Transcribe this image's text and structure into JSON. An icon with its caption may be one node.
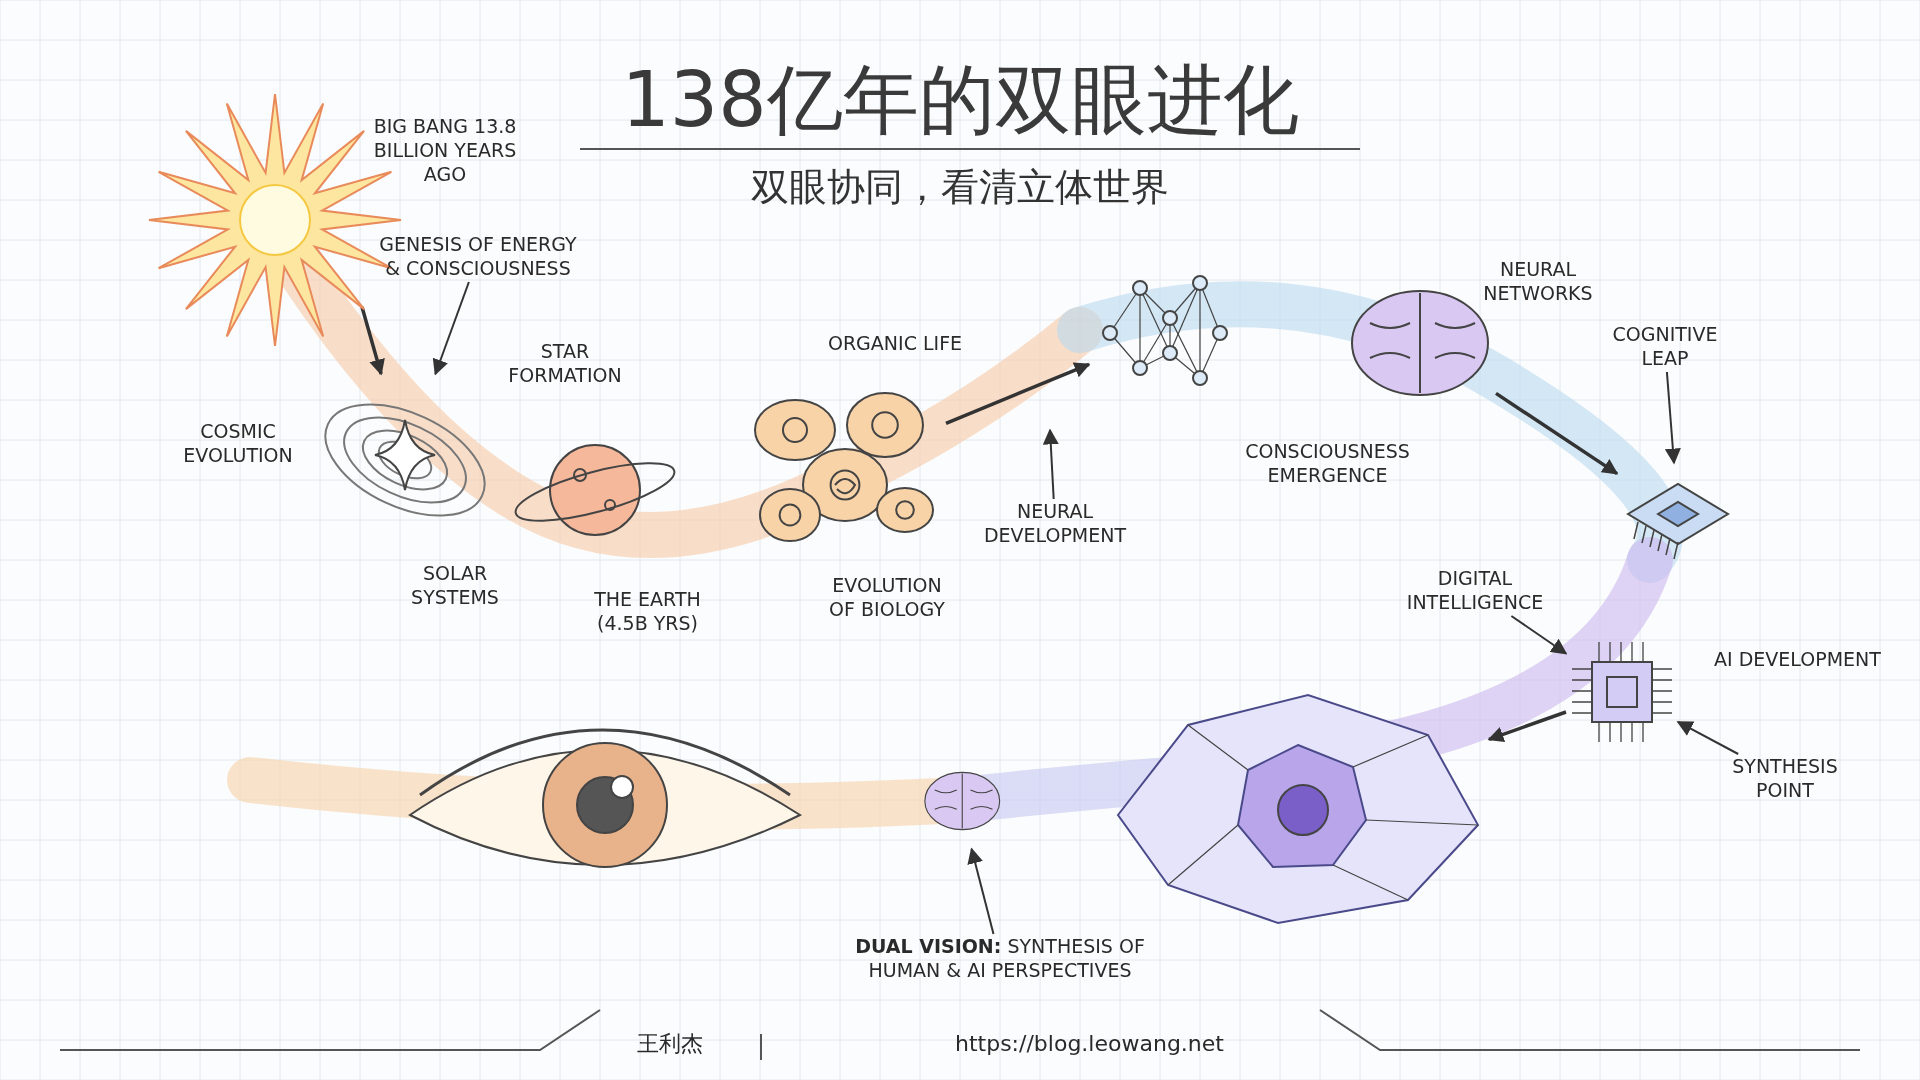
{
  "diagram": {
    "title": "138亿年的双眼进化",
    "caption": "双眼协同，看清立体世界",
    "nodes": [
      {
        "text": [],
        "shape": "picture"
      },
      {
        "text": [],
        "shape": "picture"
      },
      {
        "text": [],
        "shape": "picture"
      },
      {
        "text": [],
        "shape": "picture"
      },
      {
        "text": [],
        "shape": "picture"
      },
      {
        "text": [],
        "shape": "picture"
      },
      {
        "text": [],
        "shape": "picture"
      },
      {
        "text": [],
        "shape": "picture"
      },
      {
        "text": [],
        "shape": "picture"
      },
      {
        "text": [],
        "shape": "picture"
      },
      {
        "text": [],
        "shape": "picture"
      },
      {
        "text": [
          "GENESIS OF ENERGY & CONSCIOUSNESS"
        ]
      },
      {
        "text": [
          "NEURAL DEVELOPMENT"
        ]
      },
      {
        "text": [
          "COGNITIVE LEAP"
        ]
      },
      {
        "text": [
          "DIGITAL INTELLIGENCE"
        ]
      },
      {
        "text": [
          "SYNTHESIS POINT"
        ]
      },
      {
        "text": [
          "**DUAL VISION:** SYNTHESIS OF HUMAN & AI PERSPECTIVES"
        ]
      }
    ],
    "edges": [
      {
        "from": 0,
        "to": 1,
        "arrow": "to"
      },
      {
        "from": 3,
        "to": 4,
        "arrow": "to"
      },
      {
        "from": 5,
        "to": 6,
        "arrow": "to"
      },
      {
        "from": 7,
        "to": 10,
        "arrow": "to"
      },
      {
        "from": 11,
        "to": 1,
        "arrow": "to"
      },
      {
        "from": 12,
        "to": null,
        "arrow": "to"
      },
      {
        "from": 13,
        "to": 6,
        "arrow": "to"
      },
      {
        "from": 14,
        "to": 7,
        "arrow": "to"
      },
      {
        "from": 15,
        "to": 7,
        "arrow": "to"
      },
      {
        "from": 16,
        "to": 9,
        "arrow": "to"
      }
    ],
    "labels": [
      "BIG BANG 13.8 BILLION YEARS AGO",
      "COSMIC EVOLUTION",
      "STAR FORMATION",
      "ORGANIC LIFE",
      "NEURAL NETWORKS",
      "CONSCIOUSNESS EMERGENCE",
      "SOLAR SYSTEMS",
      "THE EARTH (4.5B YRS)",
      "EVOLUTION OF BIOLOGY",
      "AI DEVELOPMENT",
      "王利杰",
      "https://blog.leowang.net"
    ]
  }
}
